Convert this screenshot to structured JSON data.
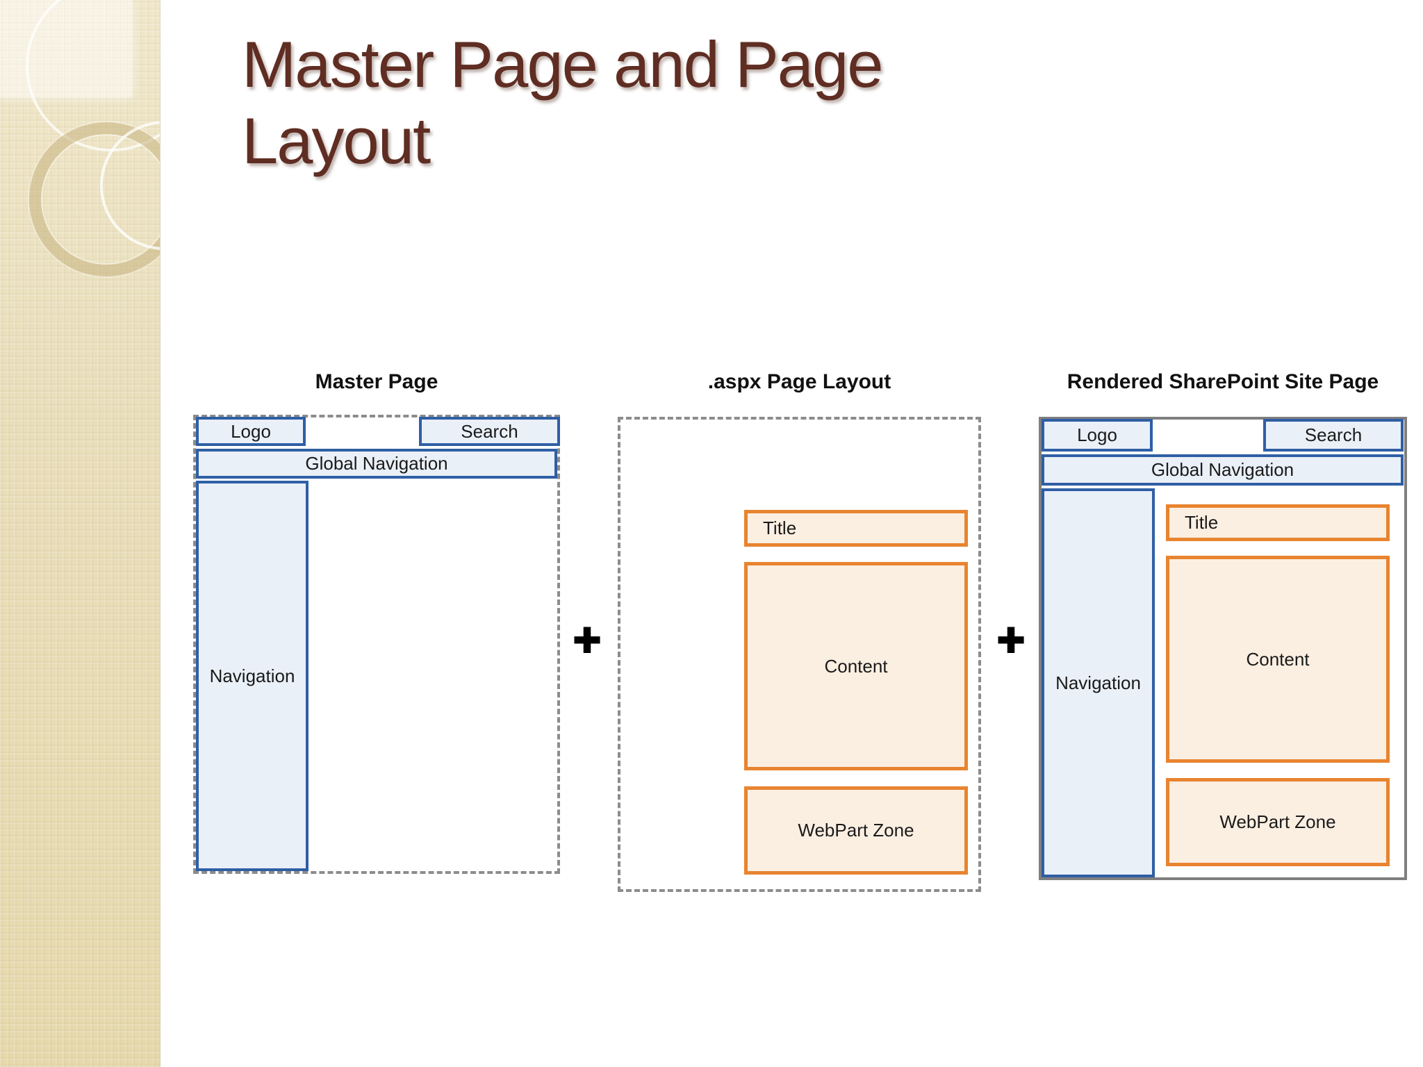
{
  "slide": {
    "title": "Master Page and Page Layout"
  },
  "operators": {
    "plus": "+"
  },
  "colors": {
    "blue_box_border": "#2F5FA5",
    "blue_box_fill": "#EAF0F8",
    "orange_box_border": "#E8842F",
    "orange_box_fill": "#FBEFE2",
    "dashed_container_border": "#8C8C8C",
    "solid_container_border": "#7F7F7F",
    "slide_title_text": "#5F2D22",
    "label_text": "#1A1A1A",
    "sidebar_background": "#E8DDB2"
  },
  "diagrams": [
    {
      "title": "Master Page",
      "boxes": {
        "logo": "Logo",
        "search": "Search",
        "global_nav": "Global Navigation",
        "navigation": "Navigation"
      }
    },
    {
      "title": ".aspx Page Layout",
      "boxes": {
        "page_title": "Title",
        "content": "Content",
        "webpart": "WebPart Zone"
      }
    },
    {
      "title": "Rendered SharePoint Site Page",
      "boxes": {
        "logo": "Logo",
        "search": "Search",
        "global_nav": "Global Navigation",
        "navigation": "Navigation",
        "page_title": "Title",
        "content": "Content",
        "webpart": "WebPart Zone"
      }
    }
  ]
}
